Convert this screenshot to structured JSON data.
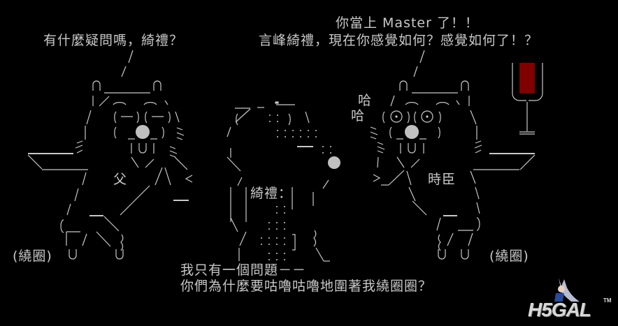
{
  "speech": {
    "father_question": "有什麼疑問嗎，綺禮？",
    "tokiomi_line1": "你當上 Master 了！！",
    "tokiomi_line2": "言峰綺禮，現在你感覺如何？感覺如何了！？",
    "laugh_1": "哈",
    "laugh_2": "哈",
    "kirei_line1": "我只有一個問題－－",
    "kirei_line2": "你們為什麼要咕嚕咕嚕地圍著我繞圈圈？"
  },
  "labels": {
    "father": "父",
    "tokiomi": "時臣",
    "kirei": "綺禮：",
    "circling_left": "(繞圈)",
    "circling_right": "(繞圈)"
  },
  "logo": {
    "text": "H5GAL",
    "tm": "TM"
  },
  "colors": {
    "background": "#000000",
    "lines": "#c8c8c8",
    "wine": "#800000",
    "nose": "#c0c0c0"
  }
}
